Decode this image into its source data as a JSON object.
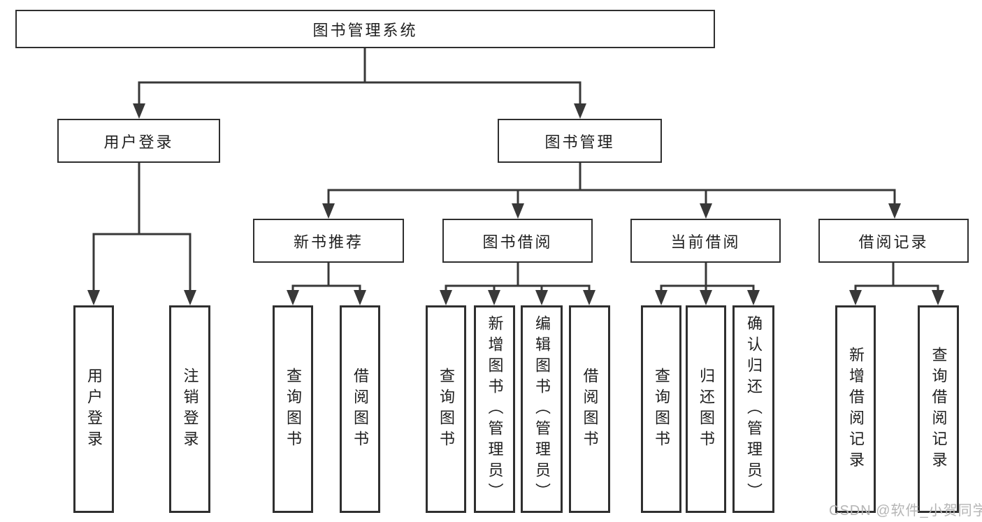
{
  "colors": {
    "line": "#383838",
    "box_border": "#2f2f2f",
    "text": "#1f1f1f",
    "watermark_text": "#b5b5b5",
    "background": "#ffffff"
  },
  "watermark": {
    "text": "CSDN @软件_小贺同学"
  },
  "tree": {
    "label": "图书管理系统",
    "children": [
      {
        "label": "用户登录",
        "children": [
          {
            "label": "用户登录"
          },
          {
            "label": "注销登录"
          }
        ]
      },
      {
        "label": "图书管理",
        "children": [
          {
            "label": "新书推荐",
            "children": [
              {
                "label": "查询图书"
              },
              {
                "label": "借阅图书"
              }
            ]
          },
          {
            "label": "图书借阅",
            "children": [
              {
                "label": "查询图书"
              },
              {
                "label": "新增图书（管理员）"
              },
              {
                "label": "编辑图书（管理员）"
              },
              {
                "label": "借阅图书"
              }
            ]
          },
          {
            "label": "当前借阅",
            "children": [
              {
                "label": "查询图书"
              },
              {
                "label": "归还图书"
              },
              {
                "label": "确认归还（管理员）"
              }
            ]
          },
          {
            "label": "借阅记录",
            "children": [
              {
                "label": "新增借阅记录"
              },
              {
                "label": "查询借阅记录"
              }
            ]
          }
        ]
      }
    ]
  }
}
